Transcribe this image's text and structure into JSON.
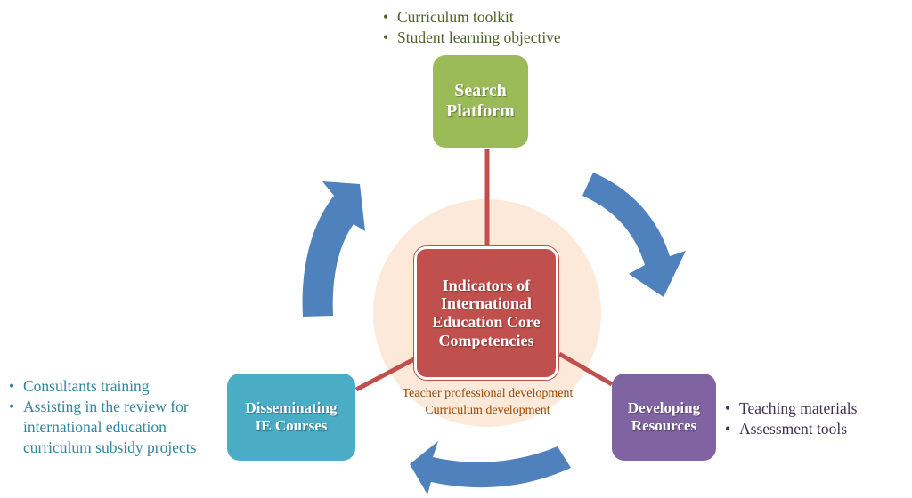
{
  "colors": {
    "search_box": "#9bbb59",
    "center_box": "#c0504d",
    "disseminating_box": "#4bacc6",
    "developing_box": "#8064a2",
    "arrows": "#4f81bd",
    "connectors": "#c0504d",
    "center_halo": "#fde9d9"
  },
  "nodes": {
    "search": {
      "label_lines": [
        "Search",
        "Platform"
      ]
    },
    "center": {
      "label_lines": [
        "Indicators of",
        "International",
        "Education Core",
        "Competencies"
      ]
    },
    "disseminating": {
      "label_lines": [
        "Disseminating",
        "IE Courses"
      ]
    },
    "developing": {
      "label_lines": [
        "Developing",
        "Resources"
      ]
    }
  },
  "bullets": {
    "search": [
      "Curriculum toolkit",
      "Student learning objective"
    ],
    "disseminating": [
      "Consultants training",
      "Assisting in the review for international education curriculum subsidy projects"
    ],
    "developing": [
      "Teaching materials",
      "Assessment tools"
    ]
  },
  "center_caption": [
    "Teacher professional development",
    "Curriculum development"
  ]
}
